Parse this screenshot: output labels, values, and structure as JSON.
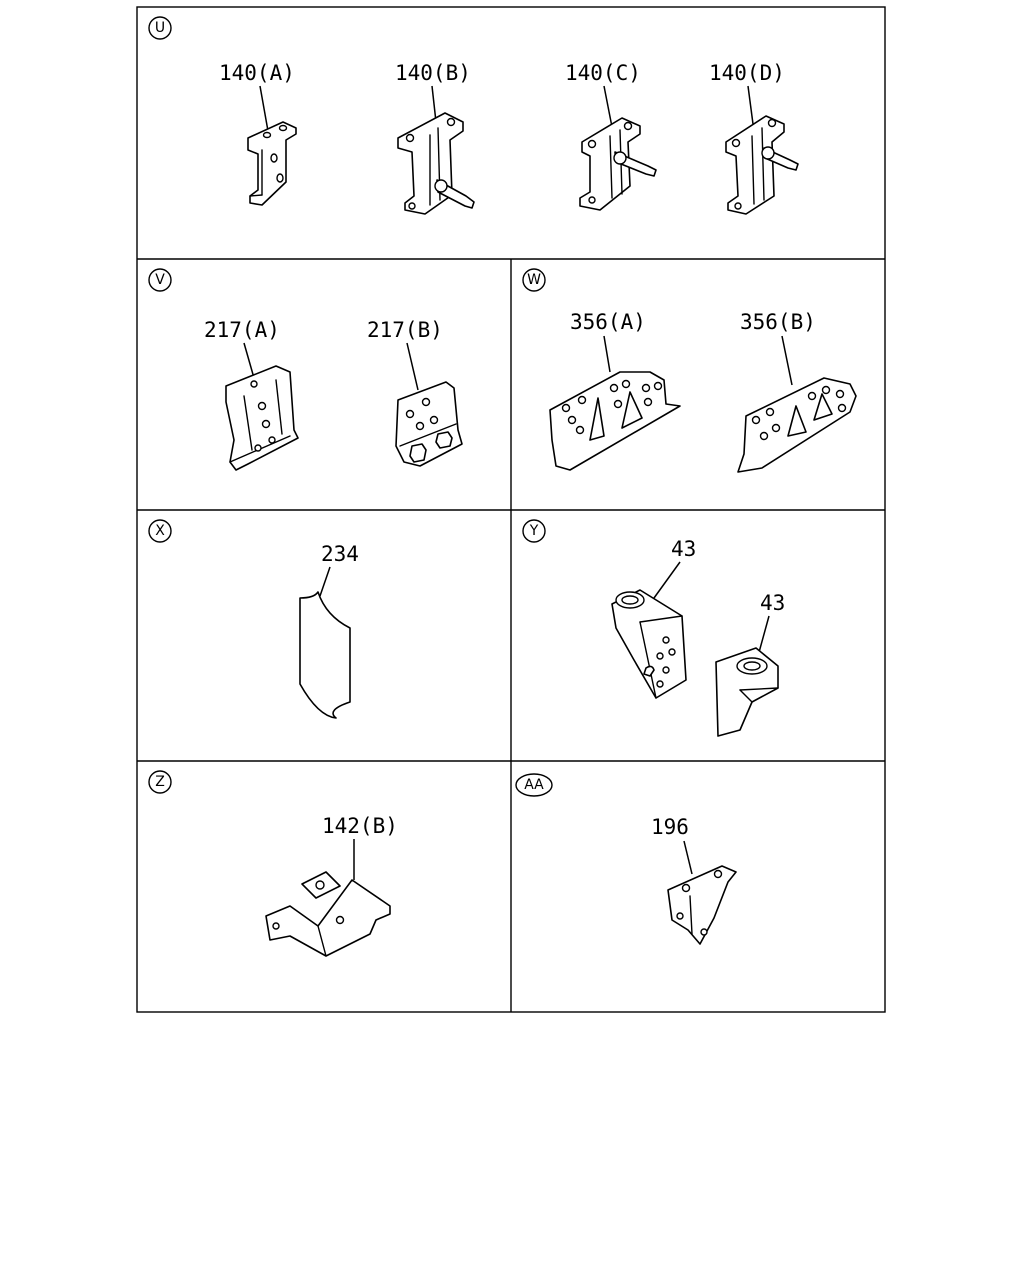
{
  "sections": {
    "U": {
      "badge": "U",
      "labels": [
        "140(A)",
        "140(B)",
        "140(C)",
        "140(D)"
      ]
    },
    "V": {
      "badge": "V",
      "labels": [
        "217(A)",
        "217(B)"
      ]
    },
    "W": {
      "badge": "W",
      "labels": [
        "356(A)",
        "356(B)"
      ]
    },
    "X": {
      "badge": "X",
      "labels": [
        "234"
      ]
    },
    "Y": {
      "badge": "Y",
      "labels": [
        "43",
        "43"
      ]
    },
    "Z": {
      "badge": "Z",
      "labels": [
        "142(B)"
      ]
    },
    "AA": {
      "badge": "AA",
      "labels": [
        "196"
      ]
    }
  }
}
